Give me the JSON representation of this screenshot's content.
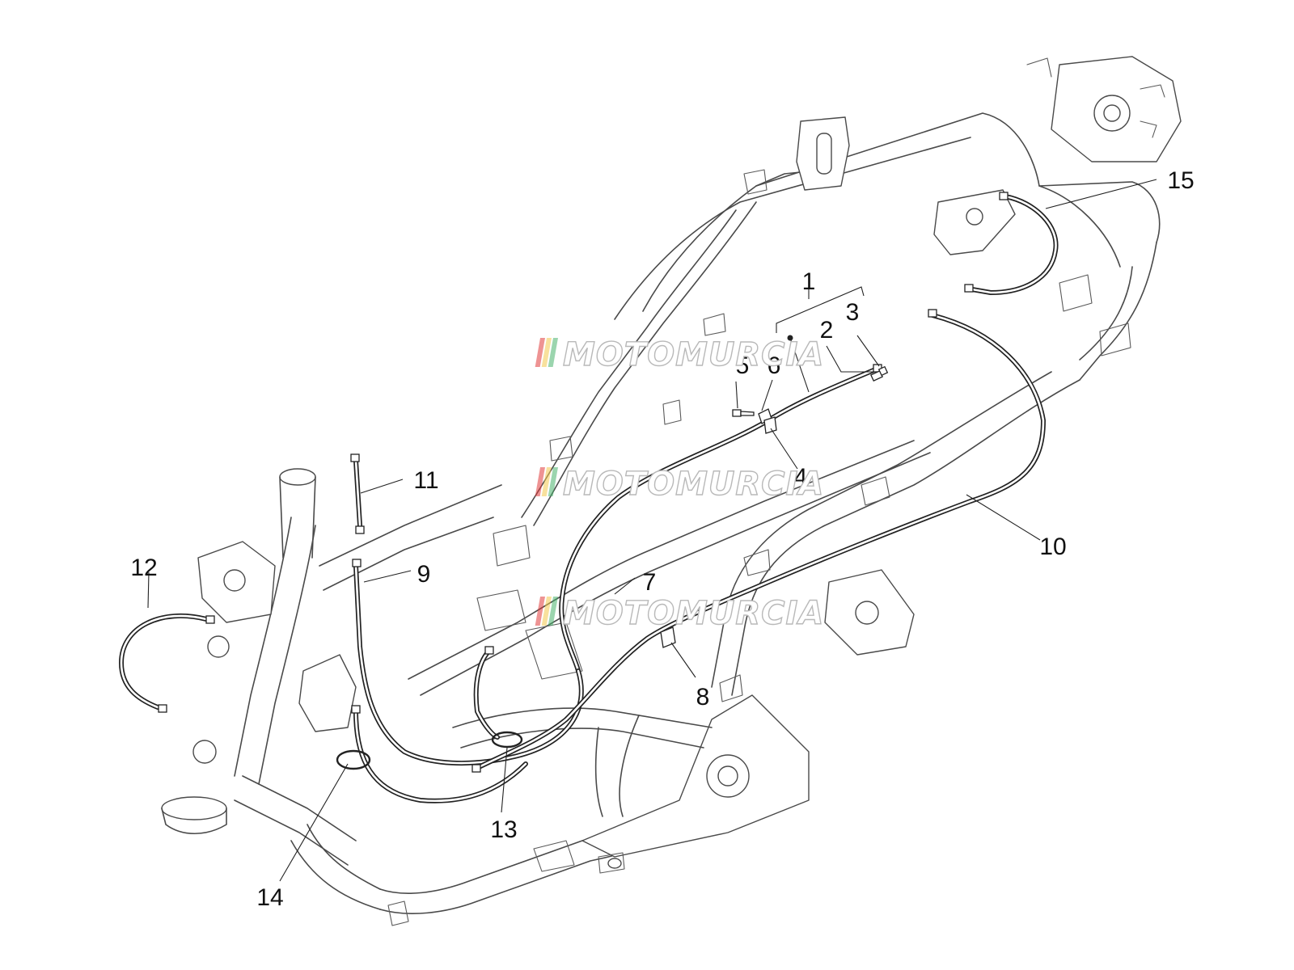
{
  "diagram": {
    "callouts": [
      {
        "id": "1",
        "label": "1"
      },
      {
        "id": "2",
        "label": "2"
      },
      {
        "id": "3",
        "label": "3"
      },
      {
        "id": "4",
        "label": "4"
      },
      {
        "id": "5",
        "label": "5"
      },
      {
        "id": "6",
        "label": "6"
      },
      {
        "id": "7",
        "label": "7"
      },
      {
        "id": "8",
        "label": "8"
      },
      {
        "id": "9",
        "label": "9"
      },
      {
        "id": "10",
        "label": "10"
      },
      {
        "id": "11",
        "label": "11"
      },
      {
        "id": "12",
        "label": "12"
      },
      {
        "id": "13",
        "label": "13"
      },
      {
        "id": "14",
        "label": "14"
      },
      {
        "id": "15",
        "label": "15"
      }
    ]
  },
  "watermark": {
    "text": "MOTOMURCIA",
    "stripe_colors": [
      "#e03a3a",
      "#f2c94c",
      "#49b36b"
    ]
  }
}
